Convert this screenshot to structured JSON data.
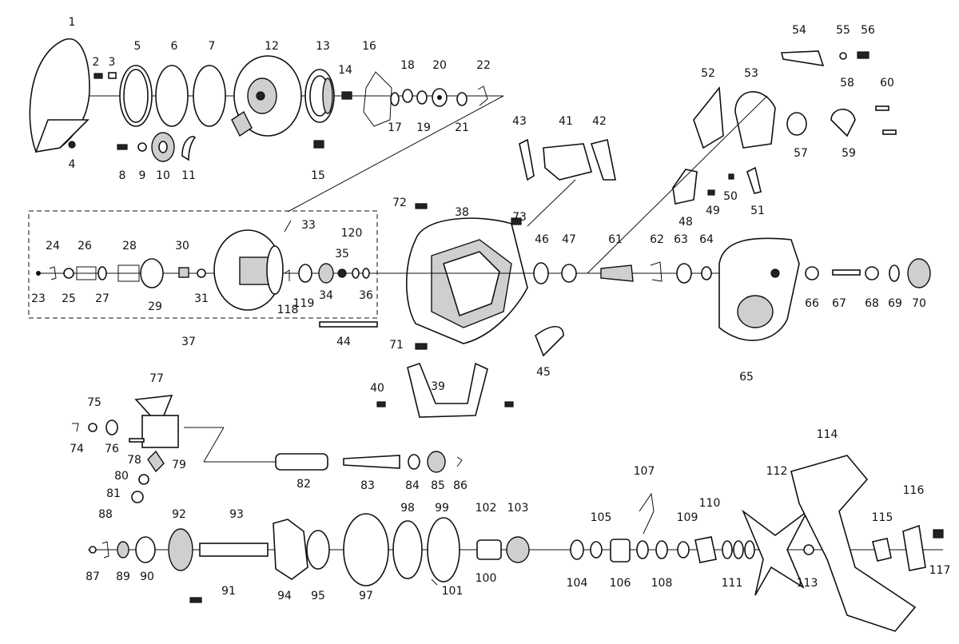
{
  "diagram": {
    "labels": [
      "1",
      "2",
      "3",
      "4",
      "5",
      "6",
      "7",
      "8",
      "9",
      "10",
      "11",
      "12",
      "13",
      "14",
      "15",
      "16",
      "17",
      "18",
      "19",
      "20",
      "21",
      "22",
      "23",
      "24",
      "25",
      "26",
      "27",
      "28",
      "29",
      "30",
      "31",
      "33",
      "34",
      "35",
      "36",
      "37",
      "38",
      "39",
      "40",
      "41",
      "42",
      "43",
      "44",
      "45",
      "46",
      "47",
      "48",
      "49",
      "50",
      "51",
      "52",
      "53",
      "54",
      "55",
      "56",
      "57",
      "58",
      "59",
      "60",
      "61",
      "62",
      "63",
      "64",
      "65",
      "66",
      "67",
      "68",
      "69",
      "70",
      "71",
      "72",
      "73",
      "74",
      "75",
      "76",
      "77",
      "78",
      "79",
      "80",
      "81",
      "82",
      "83",
      "84",
      "85",
      "86",
      "87",
      "88",
      "89",
      "90",
      "91",
      "92",
      "93",
      "94",
      "95",
      "97",
      "98",
      "99",
      "100",
      "101",
      "102",
      "103",
      "104",
      "105",
      "106",
      "107",
      "108",
      "109",
      "110",
      "111",
      "112",
      "113",
      "114",
      "115",
      "116",
      "117",
      "118",
      "119",
      "120"
    ]
  }
}
